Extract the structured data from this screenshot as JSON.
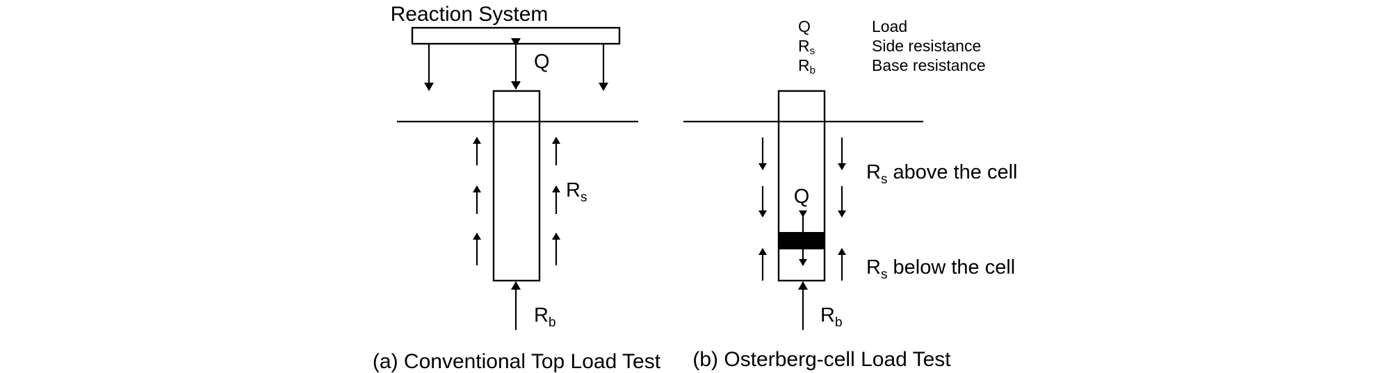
{
  "panel_a": {
    "reaction_system": "Reaction System",
    "load_symbol": "Q",
    "side_symbol_main": "R",
    "side_symbol_sub": "s",
    "base_symbol_main": "R",
    "base_symbol_sub": "b",
    "caption": "(a) Conventional Top Load Test"
  },
  "panel_b": {
    "legend": [
      {
        "symbol_main": "Q",
        "symbol_sub": "",
        "meaning": "Load"
      },
      {
        "symbol_main": "R",
        "symbol_sub": "s",
        "meaning": "Side resistance"
      },
      {
        "symbol_main": "R",
        "symbol_sub": "b",
        "meaning": "Base resistance"
      }
    ],
    "load_symbol": "Q",
    "above_symbol_main": "R",
    "above_symbol_sub": "s",
    "above_label": "above the cell",
    "below_symbol_main": "R",
    "below_symbol_sub": "s",
    "below_label": "below the cell",
    "base_symbol_main": "R",
    "base_symbol_sub": "b",
    "caption": "(b) Osterberg-cell Load Test"
  },
  "colors": {
    "ink": "#000000",
    "background": "#ffffff"
  }
}
